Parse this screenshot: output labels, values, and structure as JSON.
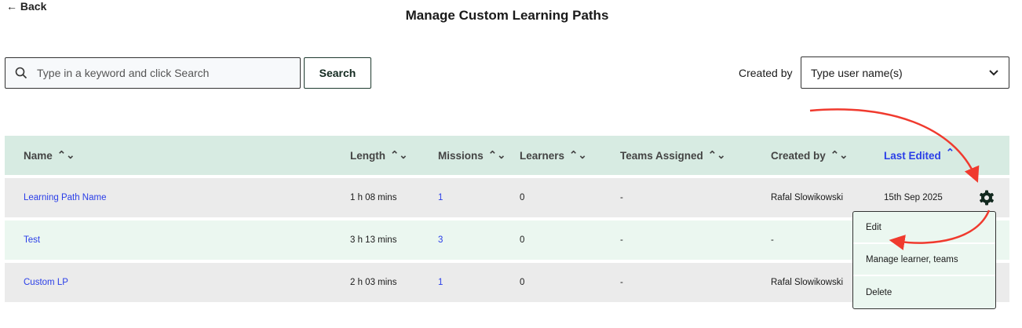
{
  "back_label": "← Back",
  "title": "Manage Custom Learning Paths",
  "search": {
    "placeholder": "Type in a keyword and click Search",
    "button": "Search"
  },
  "filter": {
    "label": "Created by",
    "placeholder": "Type user name(s)"
  },
  "table": {
    "headers": [
      "Name",
      "Length",
      "Missions",
      "Learners",
      "Teams Assigned",
      "Created by",
      "Last Edited"
    ],
    "sorted_column": "Last Edited",
    "sort_direction": "ascending",
    "rows": [
      [
        "Learning Path Name",
        "1 h 08 mins",
        "1",
        "0",
        "-",
        "Rafal Slowikowski",
        "15th Sep 2025"
      ],
      [
        "Test",
        "3 h 13 mins",
        "3",
        "0",
        "-",
        "-",
        ""
      ],
      [
        "Custom LP",
        "2 h 03 mins",
        "1",
        "0",
        "-",
        "Rafal Slowikowski",
        ""
      ]
    ]
  },
  "menu": {
    "items": [
      "Edit",
      "Manage learner, teams",
      "Delete"
    ]
  },
  "colors": {
    "link": "#2a3ee8",
    "header_bg": "#d7ebe2",
    "annotation": "#f03a2e"
  }
}
